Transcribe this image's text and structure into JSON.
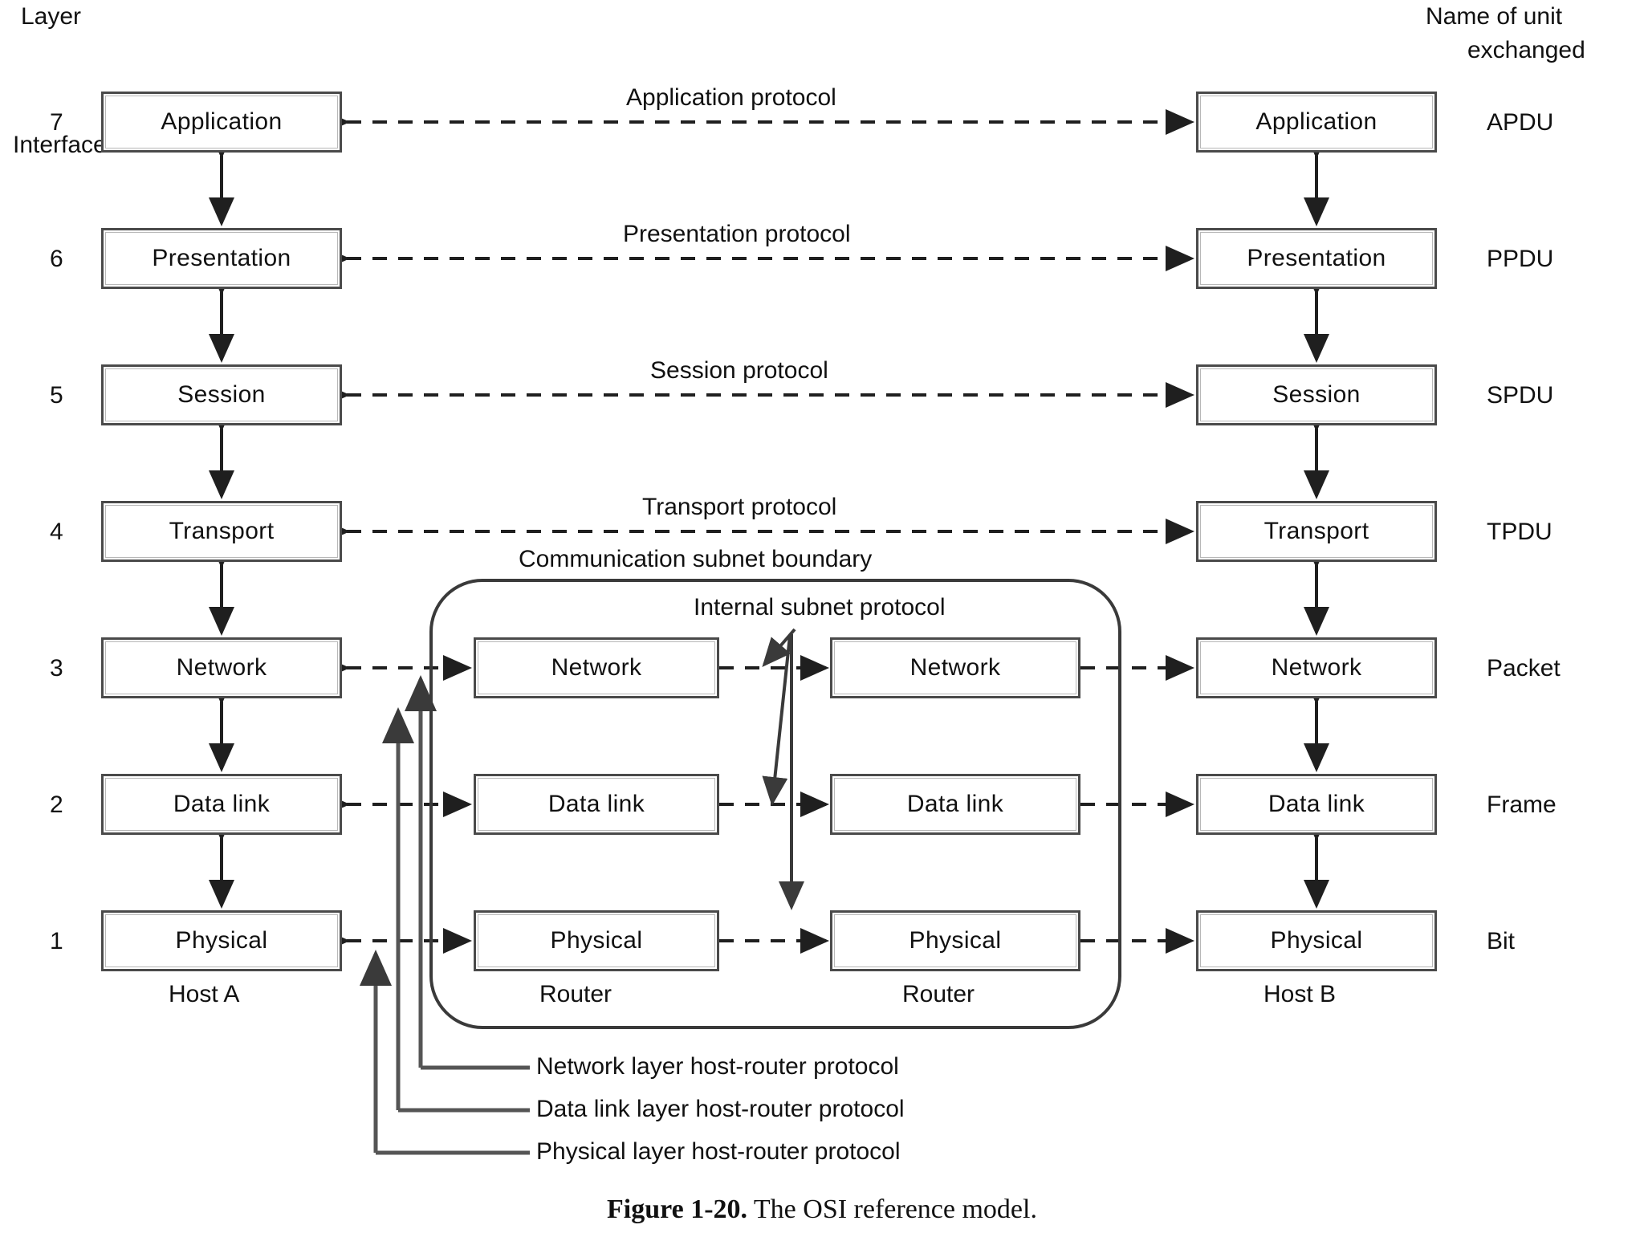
{
  "figure": {
    "caption_bold": "Figure 1-20.",
    "caption_rest": " The OSI reference model."
  },
  "headers": {
    "layer": "Layer",
    "unit_line1": "Name of unit",
    "unit_line2": "exchanged",
    "interface": "Interface",
    "subnet_boundary": "Communication subnet boundary",
    "internal_subnet": "Internal subnet protocol"
  },
  "nodes": {
    "host_a": "Host A",
    "router_left": "Router",
    "router_right": "Router",
    "host_b": "Host B"
  },
  "layers": [
    {
      "number": "7",
      "name": "Application",
      "unit": "APDU",
      "protocol": "Application protocol"
    },
    {
      "number": "6",
      "name": "Presentation",
      "unit": "PPDU",
      "protocol": "Presentation protocol"
    },
    {
      "number": "5",
      "name": "Session",
      "unit": "SPDU",
      "protocol": "Session protocol"
    },
    {
      "number": "4",
      "name": "Transport",
      "unit": "TPDU",
      "protocol": "Transport protocol"
    },
    {
      "number": "3",
      "name": "Network",
      "unit": "Packet",
      "protocol": ""
    },
    {
      "number": "2",
      "name": "Data link",
      "unit": "Frame",
      "protocol": ""
    },
    {
      "number": "1",
      "name": "Physical",
      "unit": "Bit",
      "protocol": ""
    }
  ],
  "router_layers": [
    {
      "name": "Network"
    },
    {
      "name": "Data link"
    },
    {
      "name": "Physical"
    }
  ],
  "host_router_protocols": [
    "Network layer host-router protocol",
    "Data link layer host-router protocol",
    "Physical layer host-router protocol"
  ],
  "colors": {
    "box_border": "#4a4a4a",
    "line": "#2a2a2a",
    "leader": "#555555",
    "text": "#111111",
    "background": "#ffffff"
  }
}
